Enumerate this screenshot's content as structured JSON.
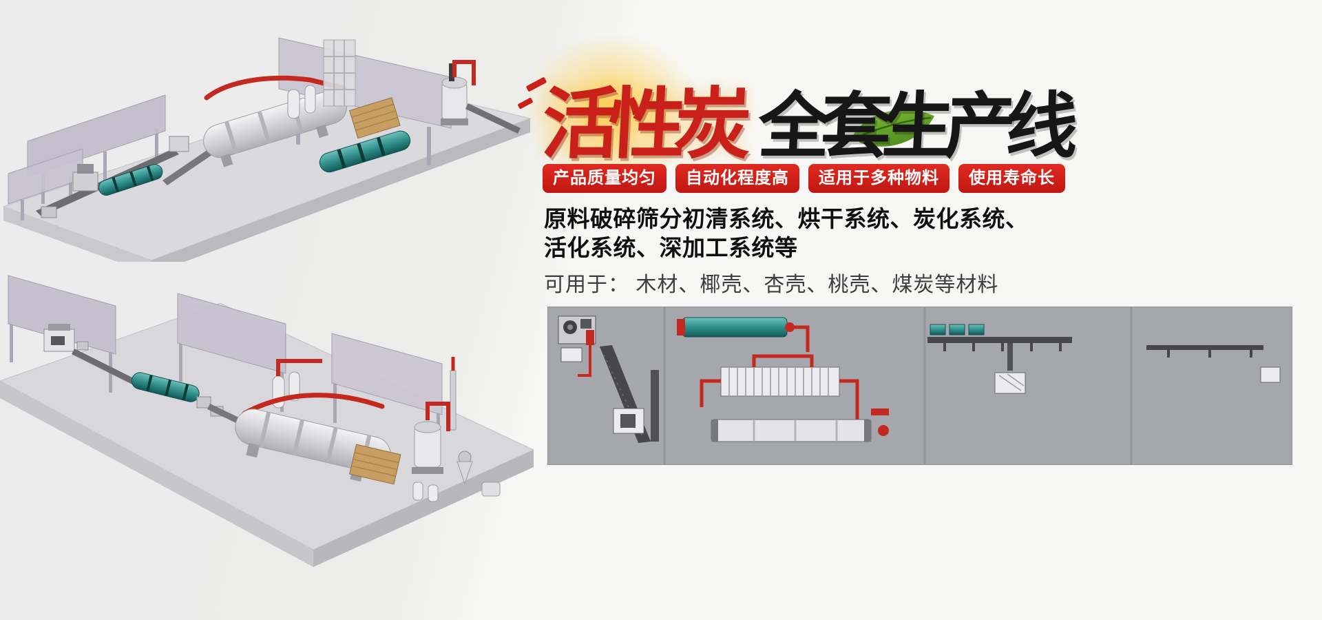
{
  "banner": {
    "title": {
      "highlight": "活性炭",
      "rest": "全套生产线"
    },
    "badges": [
      {
        "label": "产品质量均匀"
      },
      {
        "label": "自动化程度高"
      },
      {
        "label": "适用于多种物料"
      },
      {
        "label": "使用寿命长"
      }
    ],
    "description": {
      "line1": "原料破碎筛分初清系统、烘干系统、炭化系统、",
      "line2": "活化系统、深加工系统等",
      "line3": "可用于： 木材、椰壳、杏壳、桃壳、煤炭等材料"
    },
    "colors": {
      "accent_red": "#d8231c",
      "title_red": "#c9201a",
      "title_black": "#161616",
      "pipe_red": "#c4291f",
      "drum_teal": "#2f8f8c",
      "leaf_green": "#5ea32c",
      "panel_gray": "#a6a6ad"
    },
    "illustrations": {
      "top_render": "isometric-production-line-render-top",
      "bottom_render": "isometric-production-line-render-bottom",
      "schematic": "plan-view-production-line-schematic"
    }
  }
}
